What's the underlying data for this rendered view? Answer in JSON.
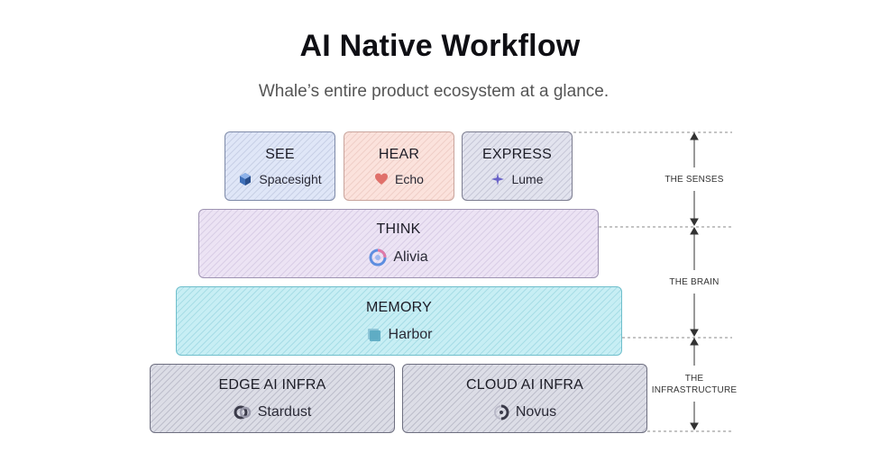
{
  "header": {
    "title": "AI Native Workflow",
    "subtitle": "Whale’s entire product ecosystem at a glance."
  },
  "blocks": {
    "see": {
      "label": "SEE",
      "product": "Spacesight"
    },
    "hear": {
      "label": "HEAR",
      "product": "Echo"
    },
    "express": {
      "label": "EXPRESS",
      "product": "Lume"
    },
    "think": {
      "label": "THINK",
      "product": "Alivia"
    },
    "memory": {
      "label": "MEMORY",
      "product": "Harbor"
    },
    "edge": {
      "label": "EDGE AI INFRA",
      "product": "Stardust"
    },
    "cloud": {
      "label": "CLOUD AI INFRA",
      "product": "Novus"
    }
  },
  "layers": {
    "senses": "THE SENSES",
    "brain": "THE BRAIN",
    "infra_line1": "THE",
    "infra_line2": "INFRASTRUCTURE"
  },
  "icons": {
    "see": "cube-icon",
    "hear": "heart-icon",
    "express": "spark-icon",
    "think": "swirl-icon",
    "memory": "stack-icon",
    "edge": "ring-icon",
    "cloud": "orbit-icon"
  }
}
